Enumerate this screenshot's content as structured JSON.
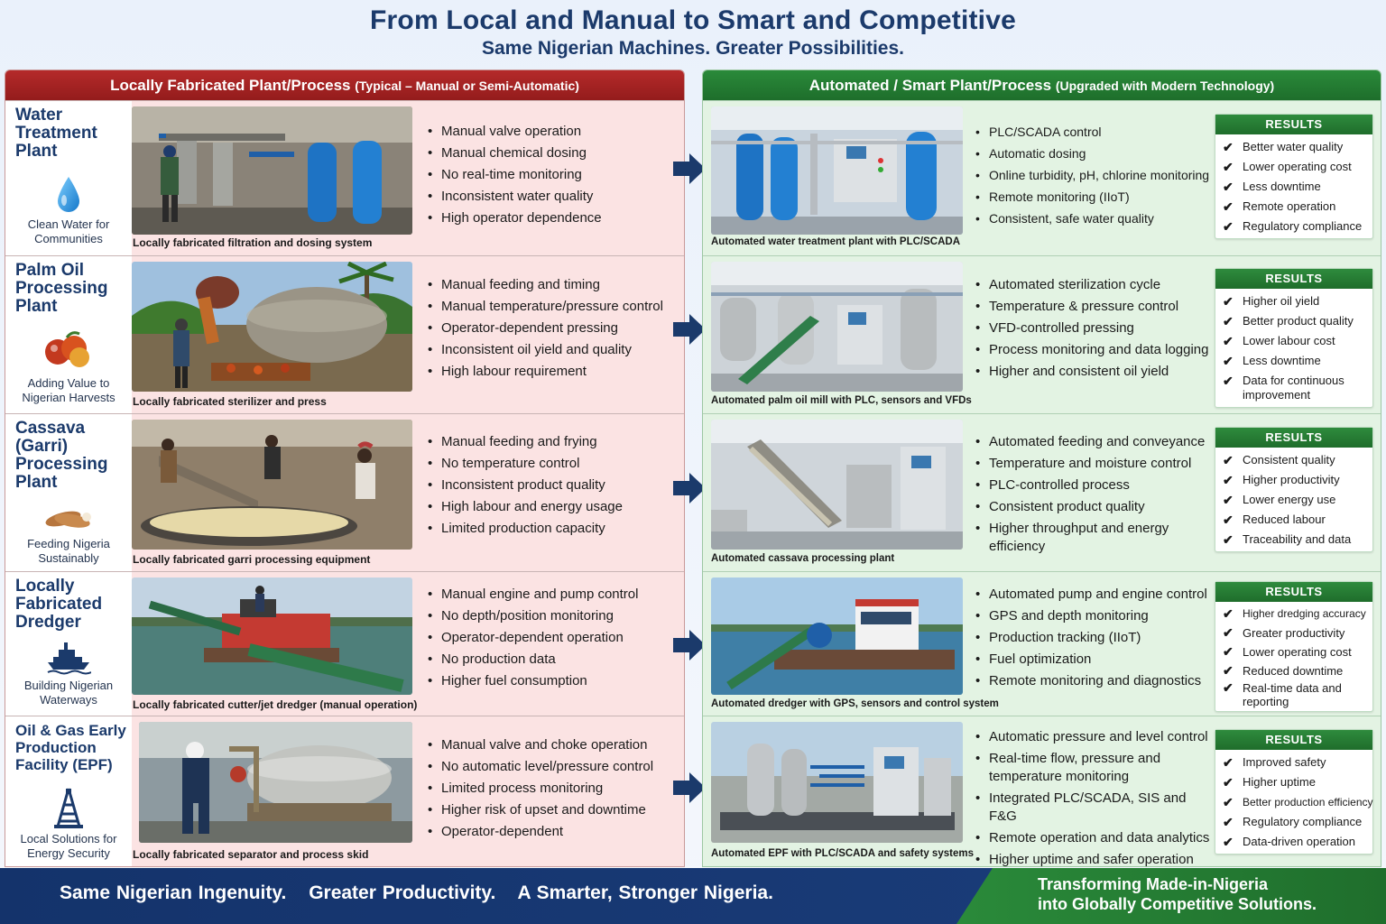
{
  "header": {
    "title": "From Local and Manual to Smart and Competitive",
    "subtitle": "Same Nigerian Machines. Greater Possibilities."
  },
  "left_panel": {
    "title": "Locally Fabricated Plant/Process",
    "subtitle": "(Typical – Manual or Semi-Automatic)"
  },
  "right_panel": {
    "title": "Automated / Smart Plant/Process",
    "subtitle": "(Upgraded with Modern Technology)"
  },
  "results_label": "RESULTS",
  "rows": [
    {
      "title": "Water Treatment Plant",
      "icon": "water-drop-icon",
      "caption": "Clean Water for Communities",
      "local_photo_caption": "Locally fabricated filtration and dosing system",
      "local_bullets": [
        "Manual valve operation",
        "Manual chemical dosing",
        "No real-time monitoring",
        "Inconsistent water quality",
        "High operator dependence"
      ],
      "auto_photo_caption": "Automated water treatment plant with PLC/SCADA",
      "auto_bullets": [
        "PLC/SCADA control",
        "Automatic dosing",
        "Online turbidity, pH, chlorine monitoring",
        "Remote monitoring (IIoT)",
        "Consistent, safe water quality"
      ],
      "results": [
        "Better water quality",
        "Lower operating cost",
        "Less downtime",
        "Remote operation",
        "Regulatory compliance"
      ]
    },
    {
      "title": "Palm Oil Processing Plant",
      "icon": "palm-fruit-icon",
      "caption": "Adding Value to Nigerian Harvests",
      "local_photo_caption": "Locally fabricated sterilizer and press",
      "local_bullets": [
        "Manual feeding and timing",
        "Manual temperature/pressure control",
        "Operator-dependent pressing",
        "Inconsistent oil yield and quality",
        "High labour requirement"
      ],
      "auto_photo_caption": "Automated palm oil mill with PLC, sensors and VFDs",
      "auto_bullets": [
        "Automated sterilization cycle",
        "Temperature & pressure control",
        "VFD-controlled pressing",
        "Process monitoring and data logging",
        "Higher and consistent oil yield"
      ],
      "results": [
        "Higher oil yield",
        "Better product quality",
        "Lower labour cost",
        "Less downtime",
        "Data for continuous improvement"
      ]
    },
    {
      "title": "Cassava (Garri) Processing Plant",
      "icon": "cassava-icon",
      "caption": "Feeding Nigeria Sustainably",
      "local_photo_caption": "Locally fabricated garri processing equipment",
      "local_bullets": [
        "Manual feeding and frying",
        "No temperature control",
        "Inconsistent product quality",
        "High labour and energy usage",
        "Limited production capacity"
      ],
      "auto_photo_caption": "Automated cassava processing plant",
      "auto_bullets": [
        "Automated feeding and conveyance",
        "Temperature and moisture control",
        "PLC-controlled process",
        "Consistent product quality",
        "Higher throughput and energy efficiency"
      ],
      "results": [
        "Consistent quality",
        "Higher productivity",
        "Lower energy use",
        "Reduced labour",
        "Traceability and data"
      ]
    },
    {
      "title": "Locally Fabricated Dredger",
      "icon": "ship-icon",
      "caption": "Building Nigerian Waterways",
      "local_photo_caption": "Locally fabricated cutter/jet dredger (manual operation)",
      "local_bullets": [
        "Manual engine and pump control",
        "No depth/position monitoring",
        "Operator-dependent operation",
        "No production data",
        "Higher fuel consumption"
      ],
      "auto_photo_caption": "Automated dredger with GPS, sensors and control system",
      "auto_bullets": [
        "Automated pump and engine control",
        "GPS and depth monitoring",
        "Production tracking (IIoT)",
        "Fuel optimization",
        "Remote monitoring and diagnostics"
      ],
      "results": [
        "Higher dredging accuracy",
        "Greater productivity",
        "Lower operating cost",
        "Reduced downtime",
        "Real-time data and reporting"
      ]
    },
    {
      "title": "Oil & Gas Early Production Facility (EPF)",
      "icon": "oil-rig-icon",
      "caption": "Local Solutions for Energy Security",
      "local_photo_caption": "Locally fabricated separator and process skid",
      "local_bullets": [
        "Manual valve and choke operation",
        "No automatic level/pressure control",
        "Limited process monitoring",
        "Higher risk of upset and downtime",
        "Operator-dependent"
      ],
      "auto_photo_caption": "Automated EPF with PLC/SCADA and safety systems",
      "auto_bullets": [
        "Automatic pressure and level control",
        "Real-time flow, pressure and temperature monitoring",
        "Integrated PLC/SCADA, SIS and F&G",
        "Remote operation and data analytics",
        "Higher uptime and safer operation"
      ],
      "results": [
        "Improved safety",
        "Higher uptime",
        "Better production efficiency",
        "Regulatory compliance",
        "Data-driven operation"
      ]
    }
  ],
  "footer": {
    "slogan_1": "Same Nigerian Ingenuity.",
    "slogan_2": "Greater Productivity.",
    "slogan_3": "A Smarter, Stronger Nigeria.",
    "tagline_1": "Transforming Made-in-Nigeria",
    "tagline_2": "into Globally Competitive Solutions."
  }
}
